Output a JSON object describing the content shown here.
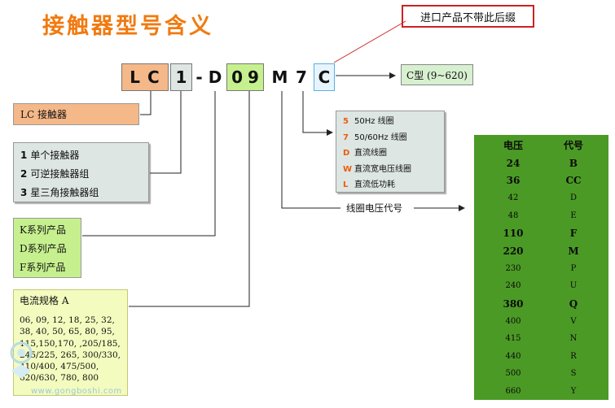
{
  "title": "接触器型号含义",
  "note": "进口产品不带此后缀",
  "code": {
    "lc": "LC",
    "one": "1",
    "dash": "-",
    "d": "D",
    "current": "09",
    "m": "M",
    "seven": "7",
    "c": "C"
  },
  "category": "C型 (9~620)",
  "lc_label": "LC 接触器",
  "types": [
    {
      "num": "1",
      "label": "单个接触器"
    },
    {
      "num": "2",
      "label": "可逆接触器组"
    },
    {
      "num": "3",
      "label": "星三角接触器组"
    }
  ],
  "series": [
    "K系列产品",
    "D系列产品",
    "F系列产品"
  ],
  "current_spec": {
    "title": "电流规格 A",
    "lines": [
      "06, 09, 12, 18, 25, 32,",
      "38, 40, 50, 65, 80, 95,",
      "115,150,170, ,205/185,",
      "245/225, 265, 300/330,",
      "410/400, 475/500,",
      "620/630, 780, 800"
    ]
  },
  "coil_types": [
    {
      "code": "5",
      "label": "50Hz     线圈"
    },
    {
      "code": "7",
      "label": "50/60Hz  线圈"
    },
    {
      "code": "D",
      "label": "直流线圈"
    },
    {
      "code": "W",
      "label": "直流宽电压线圈"
    },
    {
      "code": "L",
      "label": "直流低功耗"
    }
  ],
  "coil_label": "线圈电压代号",
  "voltage_table": {
    "headers": [
      "电压",
      "代号"
    ],
    "rows": [
      {
        "v": "24",
        "c": "B",
        "bold": true
      },
      {
        "v": "36",
        "c": "CC",
        "bold": true
      },
      {
        "v": "42",
        "c": "D",
        "bold": false
      },
      {
        "v": "48",
        "c": "E",
        "bold": false
      },
      {
        "v": "110",
        "c": "F",
        "bold": true
      },
      {
        "v": "220",
        "c": "M",
        "bold": true
      },
      {
        "v": "230",
        "c": "P",
        "bold": false
      },
      {
        "v": "240",
        "c": "U",
        "bold": false
      },
      {
        "v": "380",
        "c": "Q",
        "bold": true
      },
      {
        "v": "400",
        "c": "V",
        "bold": false
      },
      {
        "v": "415",
        "c": "N",
        "bold": false
      },
      {
        "v": "440",
        "c": "R",
        "bold": false
      },
      {
        "v": "500",
        "c": "S",
        "bold": false
      },
      {
        "v": "660",
        "c": "Y",
        "bold": false
      }
    ]
  },
  "watermark": "www.gongboshi.com",
  "colors": {
    "title": "#f07a10",
    "lc_fill": "#f5b889",
    "type_fill": "#dde6e2",
    "series_fill": "#c6f08e",
    "current_fill": "#f3fbbf",
    "table_fill": "#4b9a25",
    "note_border": "#cc2222",
    "coil_code": "#ee5a10"
  }
}
